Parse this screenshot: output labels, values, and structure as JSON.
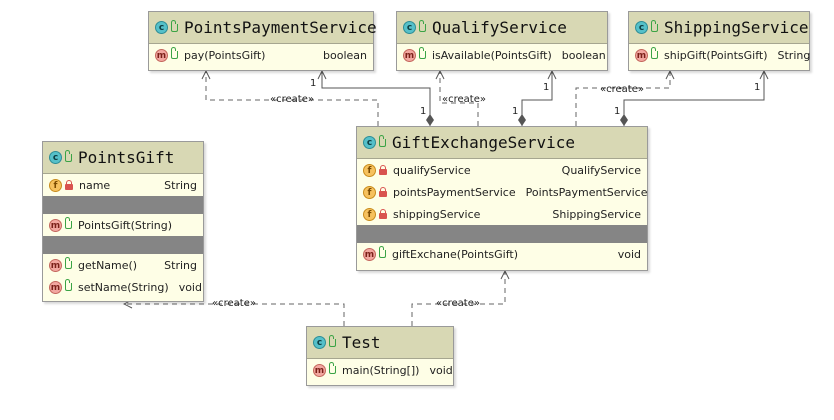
{
  "classes": {
    "points_payment_service": {
      "name": "PointsPaymentService",
      "methods": [
        {
          "name": "pay(PointsGift)",
          "type": "boolean"
        }
      ]
    },
    "qualify_service": {
      "name": "QualifyService",
      "methods": [
        {
          "name": "isAvailable(PointsGift)",
          "type": "boolean"
        }
      ]
    },
    "shipping_service": {
      "name": "ShippingService",
      "methods": [
        {
          "name": "shipGift(PointsGift)",
          "type": "String"
        }
      ]
    },
    "points_gift": {
      "name": "PointsGift",
      "fields": [
        {
          "name": "name",
          "type": "String"
        }
      ],
      "constructors": [
        {
          "name": "PointsGift(String)"
        }
      ],
      "methods": [
        {
          "name": "getName()",
          "type": "String"
        },
        {
          "name": "setName(String)",
          "type": "void"
        }
      ]
    },
    "gift_exchange_service": {
      "name": "GiftExchangeService",
      "fields": [
        {
          "name": "qualifyService",
          "type": "QualifyService"
        },
        {
          "name": "pointsPaymentService",
          "type": "PointsPaymentService"
        },
        {
          "name": "shippingService",
          "type": "ShippingService"
        }
      ],
      "methods": [
        {
          "name": "giftExchane(PointsGift)",
          "type": "void"
        }
      ]
    },
    "test": {
      "name": "Test",
      "methods": [
        {
          "name": "main(String[])",
          "type": "void"
        }
      ]
    }
  },
  "icons": {
    "class": "c",
    "method": "m",
    "field": "f"
  },
  "edge_labels": {
    "create": "«create»",
    "multiplicity_one": "1"
  },
  "colors": {
    "class_body": "#fefee6",
    "class_header": "#d8d8b4",
    "separator": "#858585",
    "edge": "#555555"
  }
}
